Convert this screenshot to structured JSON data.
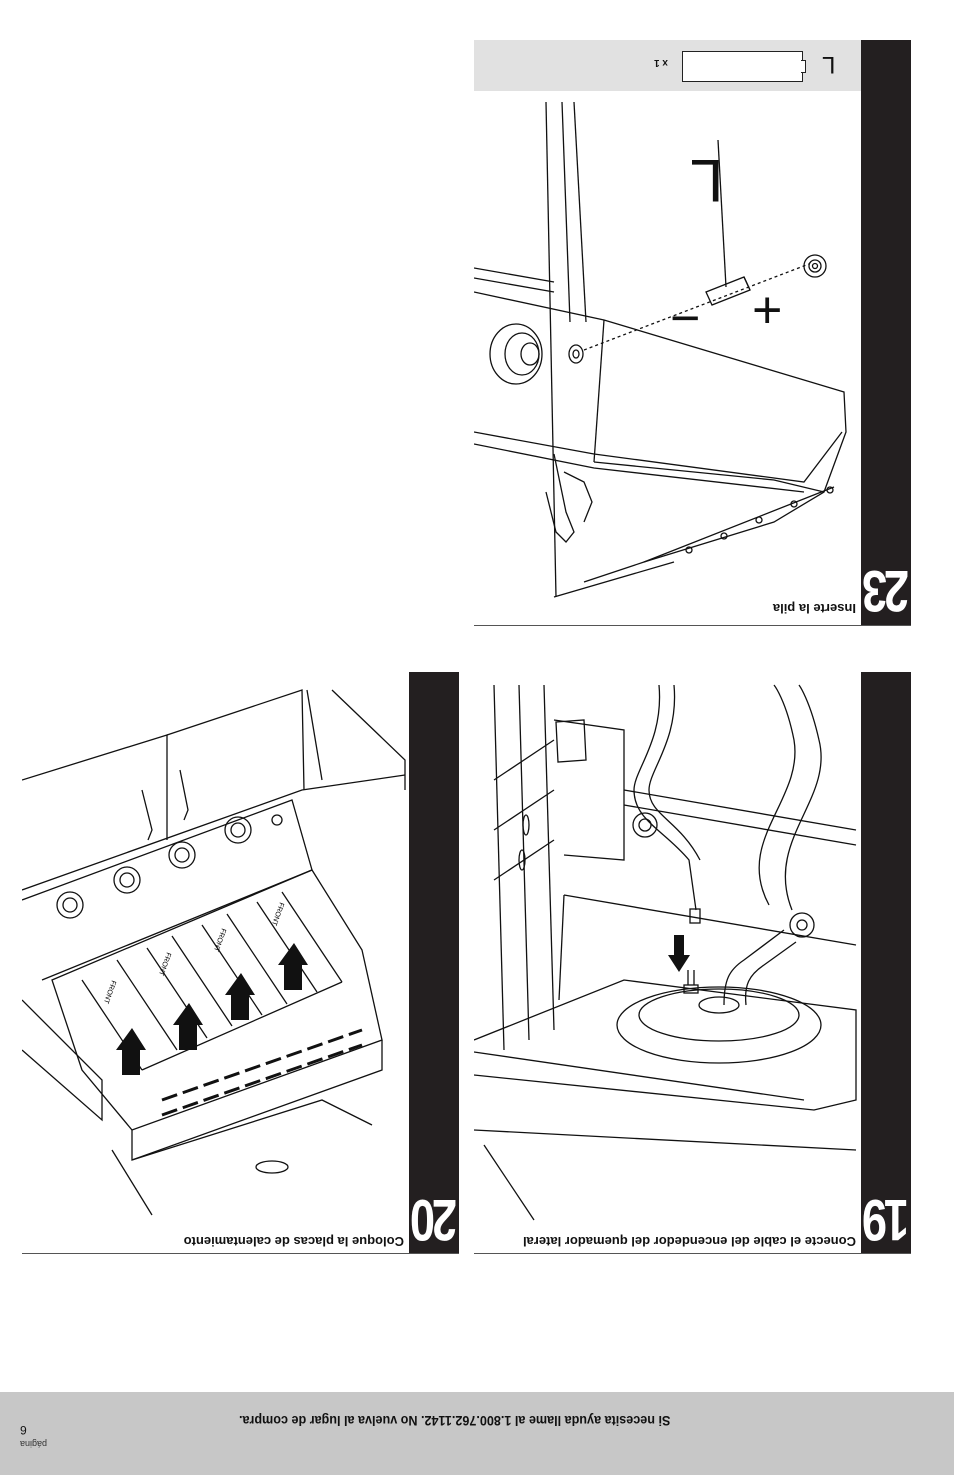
{
  "footer": {
    "help_text": "Si necesita ayuda llame al 1.800.762.1142. No vuelva al lugar de compra.",
    "page_number": "6",
    "page_label": "página"
  },
  "steps": [
    {
      "number": "23",
      "caption": "Inserte la pila",
      "parts": {
        "letter": "L",
        "qty": "x 1"
      },
      "callout_letter": "L",
      "minus_symbol": "−",
      "plus_symbol": "+"
    },
    {
      "number": "19",
      "caption": "Conecte el cable del encendedor del quemador lateral"
    },
    {
      "number": "20",
      "caption": "Coloque la placas de calentamiento",
      "plate_label": "FRONT"
    }
  ],
  "colors": {
    "step_bar": "#231f20",
    "footer_bg": "#c7c7c7",
    "parts_bg": "#e1e1e1"
  }
}
